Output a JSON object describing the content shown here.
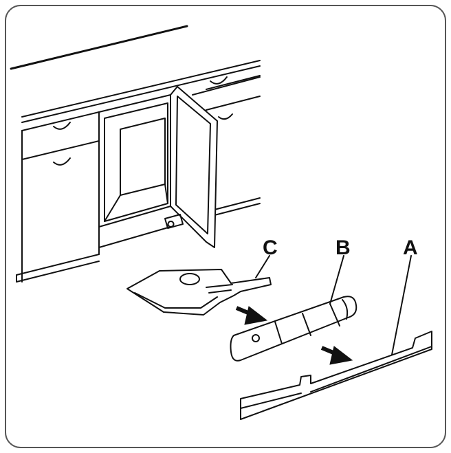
{
  "labels": {
    "a": "A",
    "b": "B",
    "c": "C"
  },
  "colors": {
    "line": "#111111",
    "frame": "#555555",
    "background": "#ffffff",
    "shade": "#d9d9d9"
  }
}
